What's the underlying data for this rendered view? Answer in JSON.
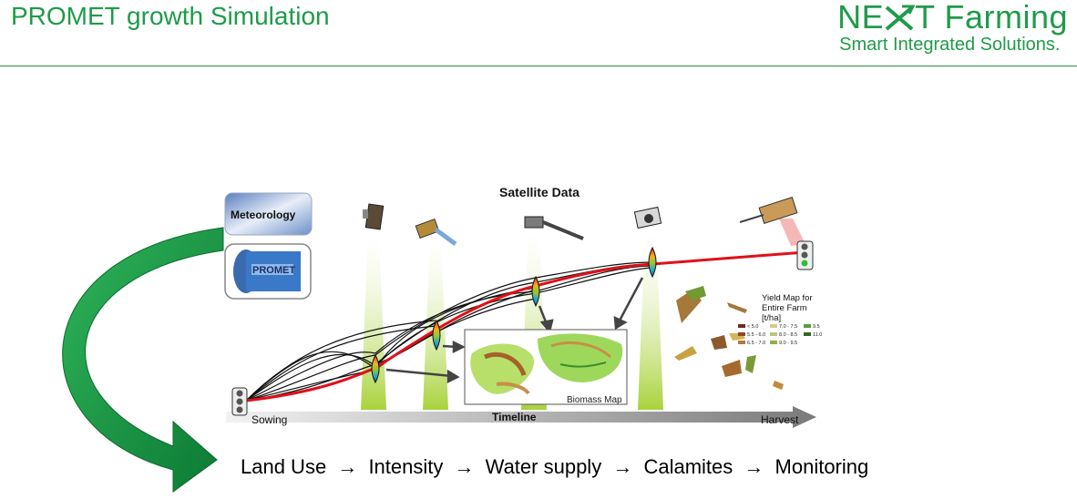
{
  "header": {
    "title": "PROMET growth Simulation",
    "logo_main_a": "NE",
    "logo_main_b": "T Farming",
    "logo_sub": "Smart Integrated Solutions."
  },
  "diagram": {
    "satellite_label": "Satellite Data",
    "meteorology_label": "Meteorology",
    "promet_label": "PROMET",
    "timeline_label": "Timeline",
    "sowing_label": "Sowing",
    "harvest_label": "Harvest",
    "biomass_label": "Biomass Map",
    "yield_title": "Yield Map for Entire Farm [t/ha]",
    "yield_legend": [
      "< 5.0",
      "5.5 - 6.0",
      "6.5 - 7.0",
      "7.0 - 7.5",
      "8.0 - 8.5",
      "9.0 - 9.5",
      "9.5",
      "11.0"
    ],
    "colors": {
      "green": "#1f9b4a",
      "trend": "#e0101a",
      "beam": "#b6d94a"
    }
  },
  "process": {
    "steps": [
      "Land Use",
      "Intensity",
      "Water supply",
      "Calamites",
      "Monitoring"
    ],
    "arrow": "→"
  }
}
